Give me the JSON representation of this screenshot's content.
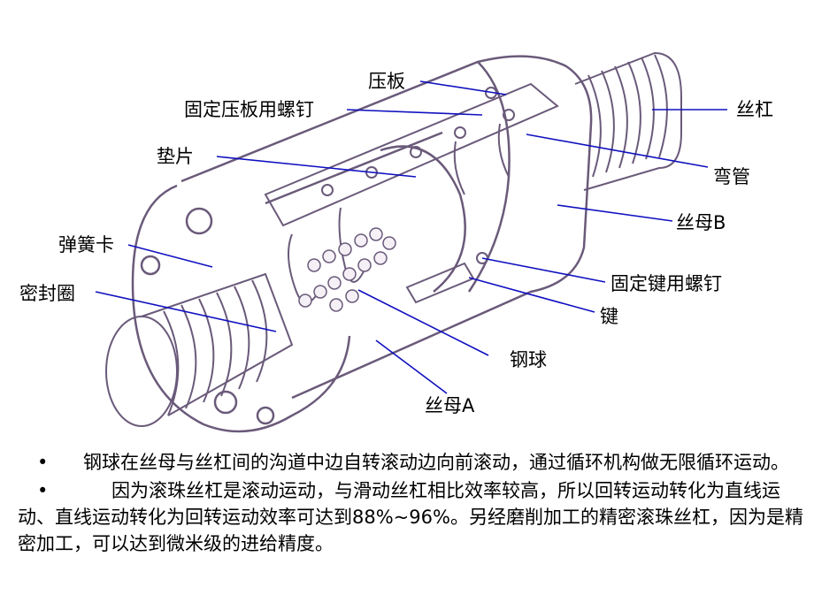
{
  "labels": {
    "pressure_plate": "压板",
    "plate_screw": "固定压板用螺钉",
    "shim": "垫片",
    "spring_clip": "弹簧卡",
    "seal_ring": "密封圈",
    "screw_shaft": "丝杠",
    "return_tube": "弯管",
    "nut_b": "丝母B",
    "key_screw": "固定键用螺钉",
    "key": "键",
    "steel_ball": "钢球",
    "nut_a": "丝母A"
  },
  "bullets": [
    {
      "marker": "•",
      "text": "钢球在丝母与丝杠间的沟道中边自转滚动边向前滚动，通过循环机构做无限循环运动。"
    },
    {
      "marker": "•",
      "text": "因为滚珠丝杠是滚动运动，与滑动丝杠相比效率较高，所以回转运动转化为直线运动、直线运动转化为回转运动效率可达到88%~96%。另经磨削加工的精密滚珠丝杠，因为是精密加工，可以达到微米级的进给精度。"
    }
  ],
  "colors": {
    "leader": "#1010c0",
    "drawing": "#6a5a7a",
    "ink": "#000000"
  }
}
